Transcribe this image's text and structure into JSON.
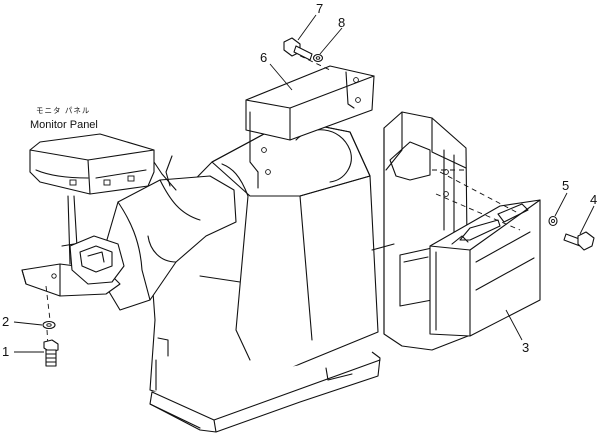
{
  "labels": {
    "monitor_panel_jp": "モニタ パネル",
    "monitor_panel_en": "Monitor Panel"
  },
  "callouts": [
    "1",
    "2",
    "3",
    "4",
    "5",
    "6",
    "7",
    "8"
  ]
}
